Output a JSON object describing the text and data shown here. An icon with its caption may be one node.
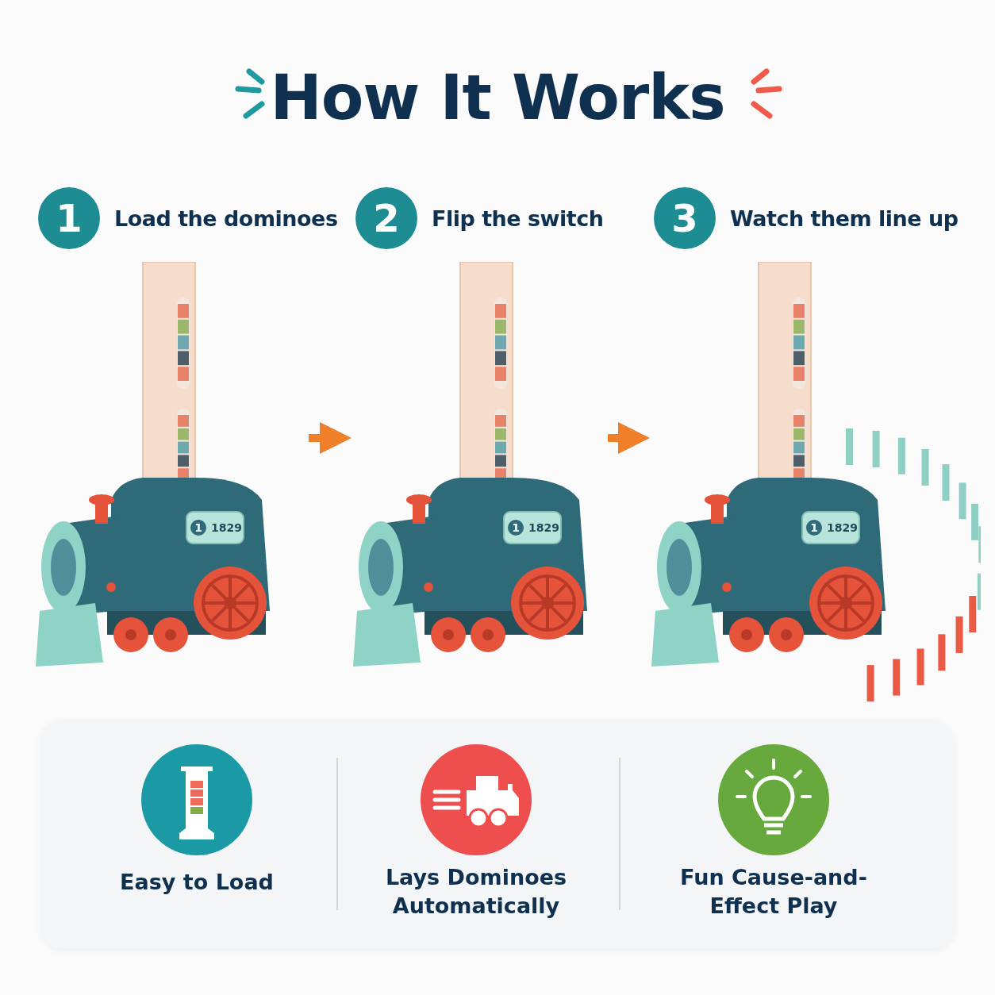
{
  "diagram": {
    "title": "How It Works",
    "nodes": [
      {
        "text": [
          "1",
          "Load the dominoes"
        ]
      },
      {
        "text": [
          "2",
          "Flip the switch"
        ]
      },
      {
        "text": [
          "3",
          "Watch them line up"
        ]
      }
    ],
    "edges": [
      {
        "from": 0,
        "to": 1,
        "arrow": "to"
      },
      {
        "from": 1,
        "to": 2,
        "arrow": "to"
      }
    ],
    "labels": [
      "1",
      "1829",
      "1",
      "1829",
      "1",
      "1829",
      "Easy to Load",
      "Lays Dominoes Automatically",
      "Fun Cause-and-Effect Play"
    ]
  }
}
